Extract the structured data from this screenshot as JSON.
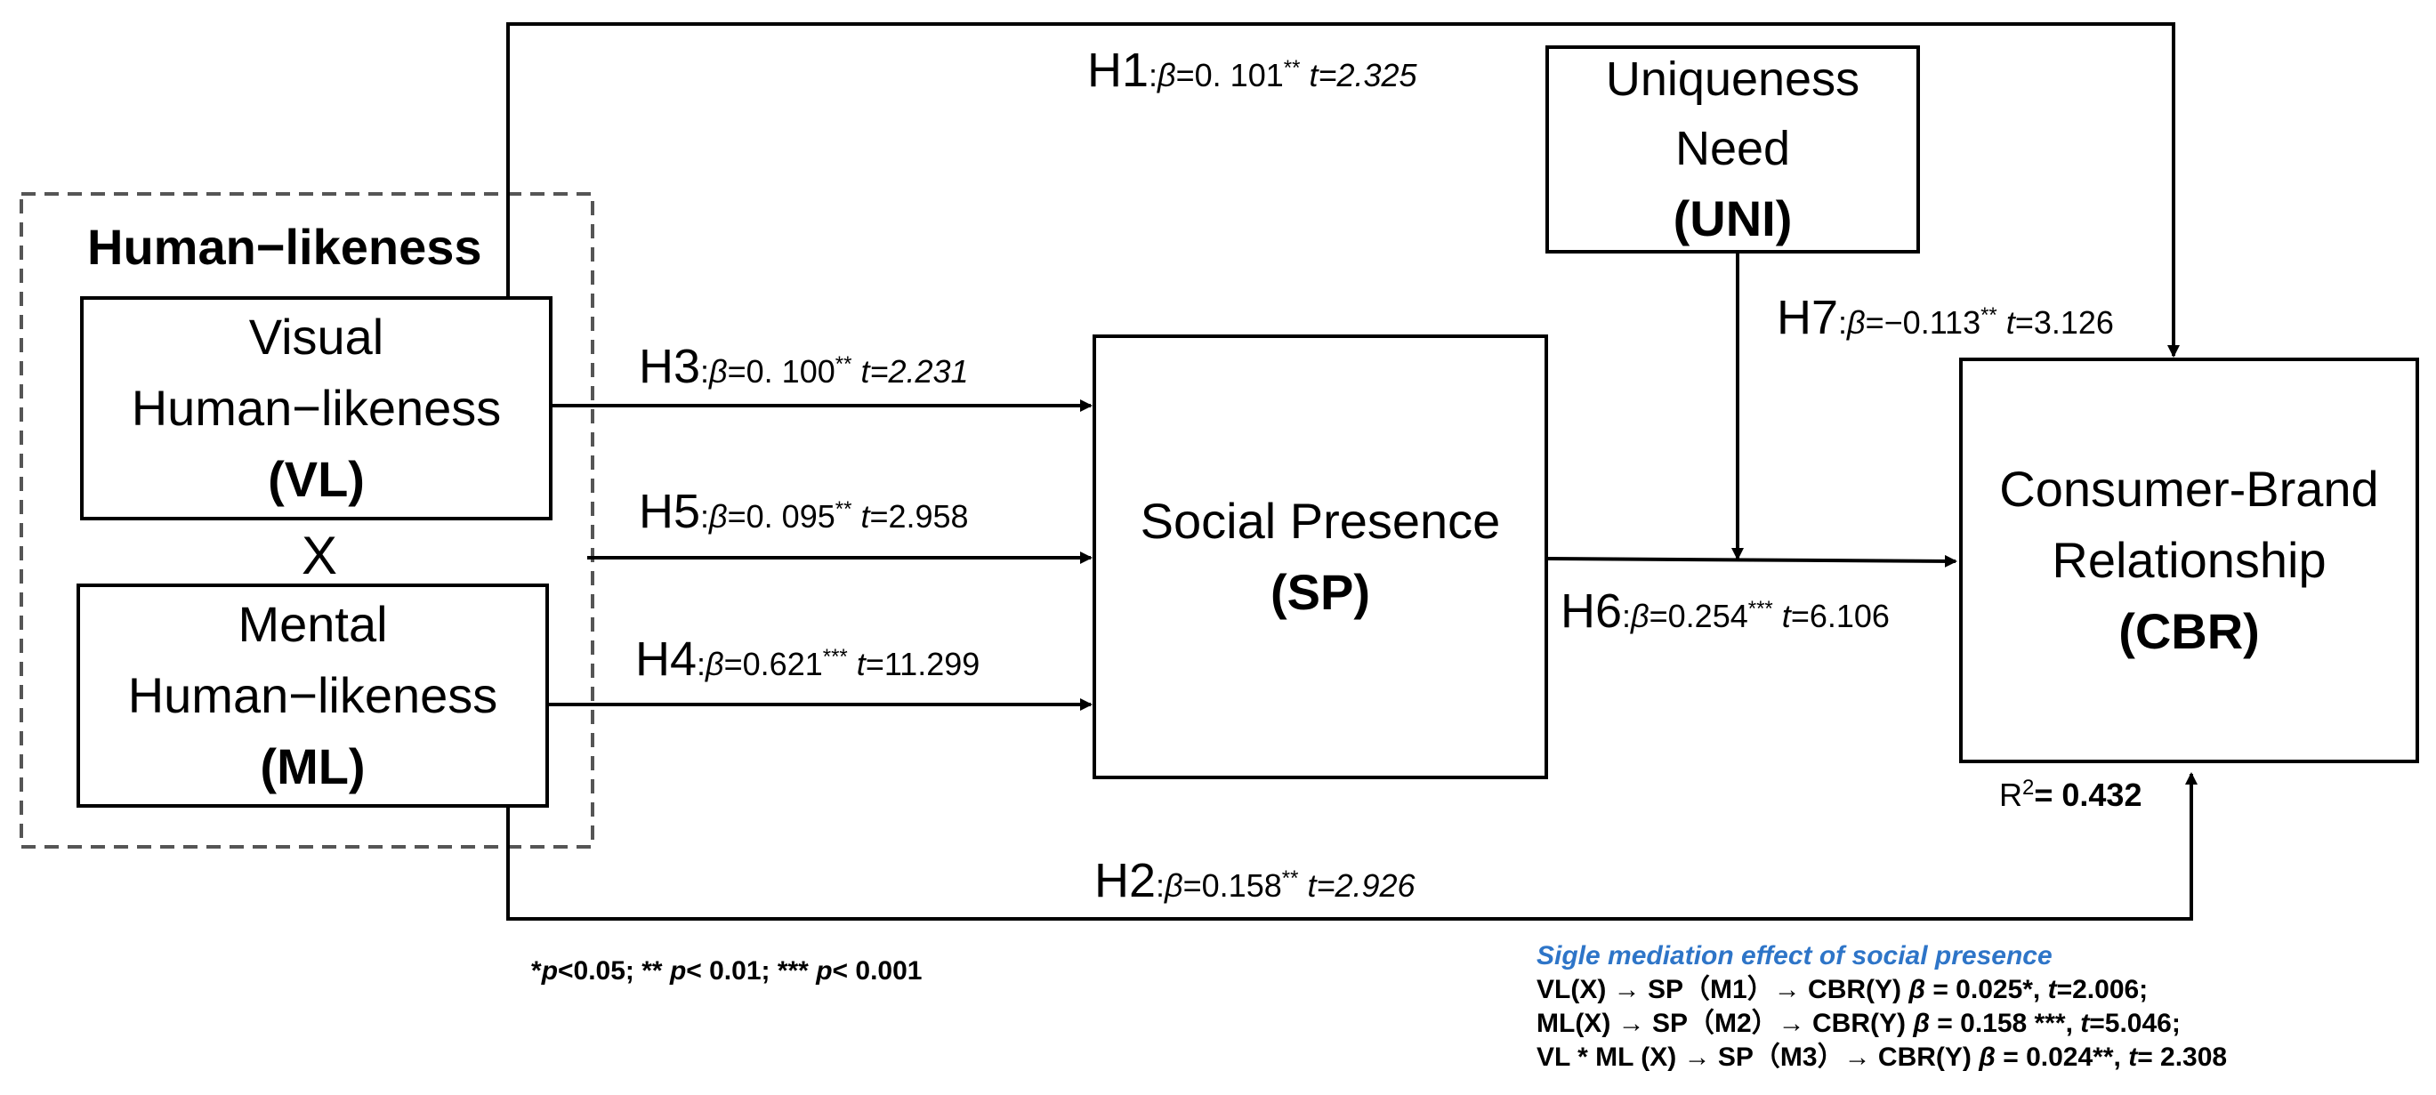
{
  "group": {
    "title": "Human−likeness"
  },
  "nodes": {
    "vl": {
      "name_l1": "Visual",
      "name_l2": "Human−likeness",
      "abbr": "(VL)"
    },
    "ml": {
      "name_l1": "Mental",
      "name_l2": "Human−likeness",
      "abbr": "(ML)"
    },
    "sp": {
      "name_l1": "Social Presence",
      "abbr": "(SP)"
    },
    "uni": {
      "name_l1": "Uniqueness",
      "name_l2": "Need",
      "abbr": "(UNI)"
    },
    "cbr": {
      "name_l1": "Consumer-Brand",
      "name_l2": "Relationship",
      "abbr": "(CBR)"
    }
  },
  "interaction_mark": "X",
  "paths": {
    "h1": {
      "h": "H1",
      "beta": "=0. 101",
      "sig": "**",
      "t": "t=2.325"
    },
    "h2": {
      "h": "H2",
      "beta": "=0.158",
      "sig": "**",
      "t": "t=2.926"
    },
    "h3": {
      "h": "H3",
      "beta": "=0. 100",
      "sig": "**",
      "t": "t=2.231"
    },
    "h4": {
      "h": "H4",
      "beta": "=0.621",
      "sig": "***",
      "t_pre": "t",
      "t_val": "=11.299"
    },
    "h5": {
      "h": "H5",
      "beta": "=0. 095",
      "sig": "**",
      "t_pre": "t",
      "t_val": "=2.958"
    },
    "h6": {
      "h": "H6",
      "beta": "=0.254",
      "sig": "***",
      "t_pre": "t",
      "t_val": "=6.106"
    },
    "h7": {
      "h": "H7",
      "beta": "=−0.113",
      "sig": "**",
      "t_pre": "t",
      "t_val": "=3.126"
    }
  },
  "beta_symbol": "β",
  "colon": ":",
  "r2": {
    "label": "R",
    "sup": "2",
    "value": "= 0.432"
  },
  "significance_note": {
    "p1": "*",
    "i1": "p",
    "t1": "<0.05; ** ",
    "i2": "p",
    "t2": "< 0.01; *** ",
    "i3": "p",
    "t3": "< 0.001"
  },
  "mediation": {
    "title": "Sigle mediation effect of social presence",
    "rows": [
      {
        "path": "VL(X) → SP（M1）→ CBR(Y) ",
        "b": "β",
        "val": " = 0.025*,  ",
        "t": "t",
        "tval": "=2.006;"
      },
      {
        "path": "ML(X) → SP（M2）→ CBR(Y) ",
        "b": "β",
        "val": " = 0.158 ***, ",
        "t": "t",
        "tval": "=5.046;"
      },
      {
        "path": "VL * ML (X) → SP（M3）→ CBR(Y) ",
        "b": "β",
        "val": " = 0.024**, ",
        "t": "t",
        "tval": "= 2.308"
      }
    ]
  }
}
